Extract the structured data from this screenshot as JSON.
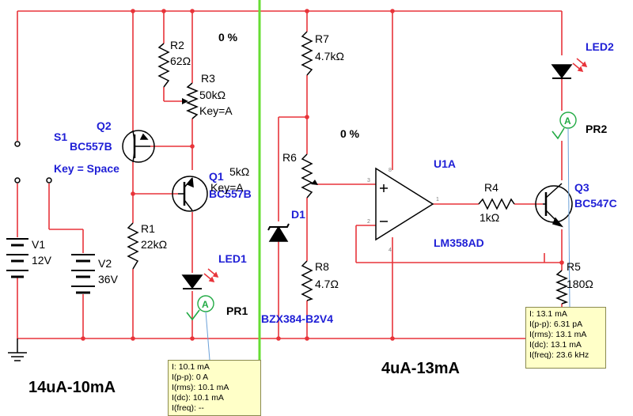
{
  "colors": {
    "wire": "#e8343a",
    "component": "#000000",
    "label_blue": "#1f1fd6",
    "divider": "#66dd33",
    "led_arrow": "#e8343a",
    "probe": "#22aa44"
  },
  "left": {
    "switch_ref": "S1",
    "switch_key": "Key = Space",
    "v1_ref": "V1",
    "v1_val": "12V",
    "v2_ref": "V2",
    "v2_val": "36V",
    "q2_ref": "Q2",
    "q2_part": "BC557B",
    "q1_ref": "Q1",
    "q1_part": "BC557B",
    "r2_ref": "R2",
    "r2_val": "62Ω",
    "r3_ref": "R3",
    "r3_val": "50kΩ",
    "r3_key": "Key=A",
    "r3_pct": "0 %",
    "r1_ref": "R1",
    "r1_val": "22kΩ",
    "r5k_val": "5kΩ",
    "r5k_key": "Key=A",
    "led1_ref": "LED1",
    "probe_ref": "PR1",
    "range": "14uA-10mA",
    "probe": {
      "lines": [
        "I: 10.1 mA",
        "I(p-p): 0 A",
        "I(rms): 10.1 mA",
        "I(dc): 10.1 mA",
        "I(freq): --"
      ]
    }
  },
  "right": {
    "r7_ref": "R7",
    "r7_val": "4.7kΩ",
    "r6_ref": "R6",
    "r6_pct": "0 %",
    "d1_ref": "D1",
    "d1_part": "BZX384-B2V4",
    "r8_ref": "R8",
    "r8_val": "4.7Ω",
    "u1_ref": "U1A",
    "u1_part": "LM358AD",
    "r4_ref": "R4",
    "r4_val": "1kΩ",
    "q3_ref": "Q3",
    "q3_part": "BC547C",
    "r5_ref": "R5",
    "r5_val": "180Ω",
    "led2_ref": "LED2",
    "probe_ref": "PR2",
    "range": "4uA-13mA",
    "pins": {
      "p3": "3",
      "p2": "2",
      "p1": "1",
      "p8": "8",
      "p4": "4"
    },
    "probe": {
      "lines": [
        "I: 13.1 mA",
        "I(p-p): 6.31 pA",
        "I(rms): 13.1 mA",
        "I(dc): 13.1 mA",
        "I(freq): 23.6 kHz"
      ]
    }
  }
}
